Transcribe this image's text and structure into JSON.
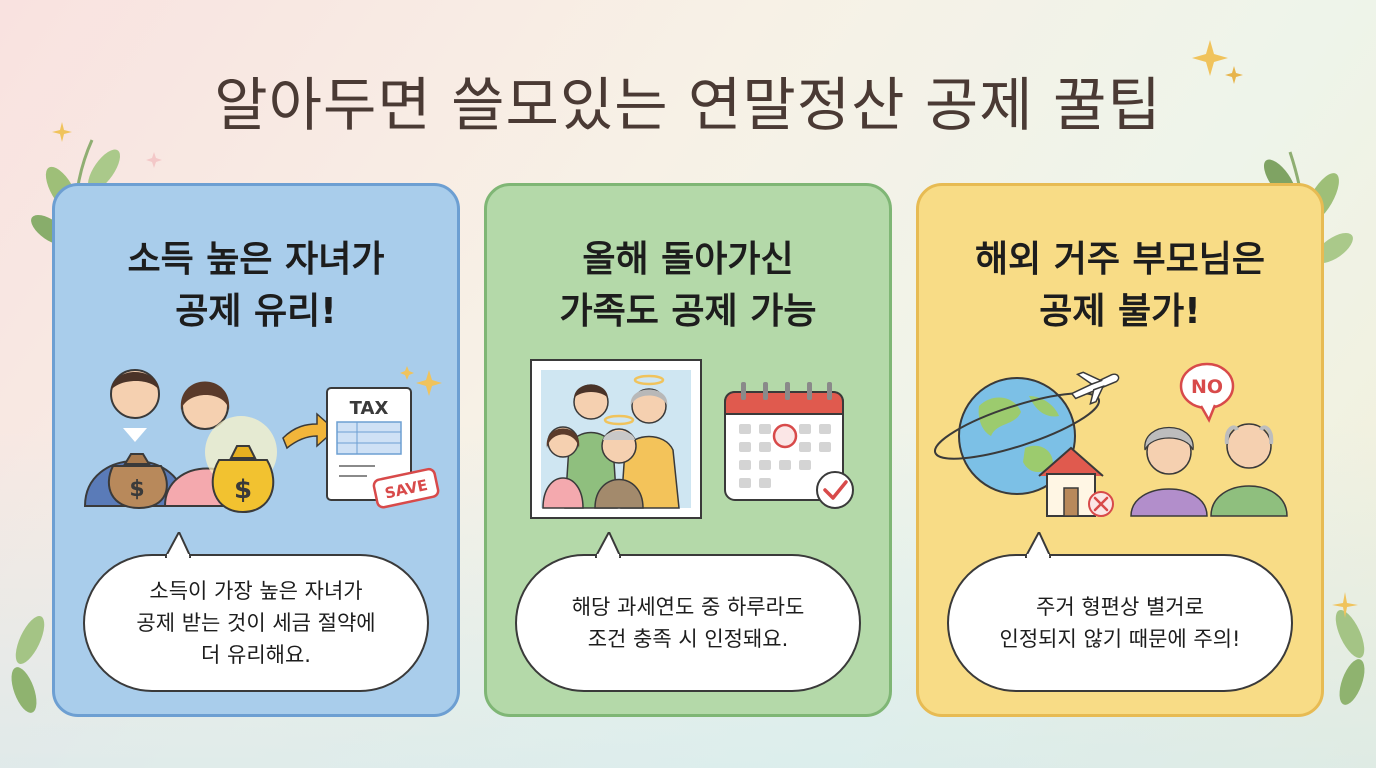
{
  "title": "알아두면 쓸모있는 연말정산 공제 꿀팁",
  "cards": [
    {
      "title_line1": "소득 높은 자녀가",
      "title_line2": "공제 유리!",
      "tax_label": "TAX",
      "stamp_label": "SAVE",
      "body_line1": "소득이 가장 높은 자녀가",
      "body_line2": "공제 받는 것이 세금 절약에",
      "body_line3": "더 유리해요.",
      "bg_color": "#a9cdeb"
    },
    {
      "title_line1": "올해 돌아가신",
      "title_line2": "가족도 공제 가능",
      "body_line1": "해당 과세연도 중 하루라도",
      "body_line2": "조건 충족 시 인정돼요.",
      "bg_color": "#b4d9a9"
    },
    {
      "title_line1": "해외 거주 부모님은",
      "title_line2": "공제 불가!",
      "no_label": "NO",
      "body_line1": "주거 형편상 별거로",
      "body_line2": "인정되지 않기 때문에 주의!",
      "bg_color": "#f8dc86"
    }
  ]
}
